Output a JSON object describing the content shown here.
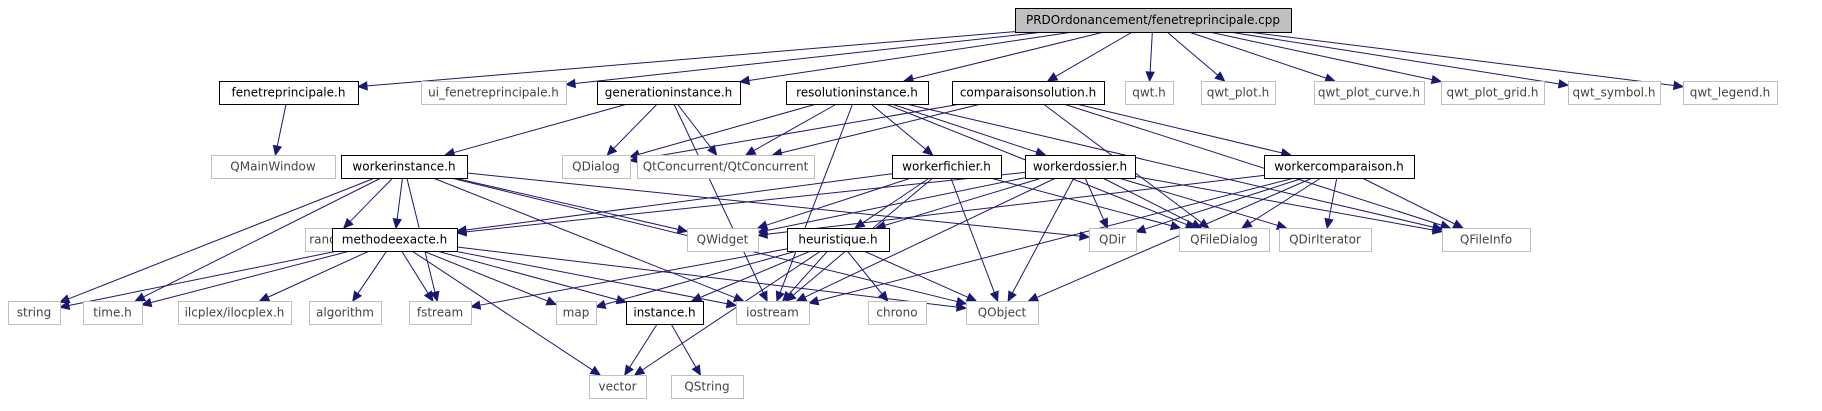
{
  "colors": {
    "edge": "#191970",
    "root_fill": "#bfbfbf",
    "documented_border": "#000000",
    "external_border": "#bfbfbf"
  },
  "nodes": [
    {
      "id": "root",
      "label": "PRDOrdonancement/fenetreprincipale.cpp",
      "kind": "root"
    },
    {
      "id": "fenetreprincipale_h",
      "label": "fenetreprincipale.h",
      "kind": "doc"
    },
    {
      "id": "ui_fenetreprincipale_h",
      "label": "ui_fenetreprincipale.h",
      "kind": "ext"
    },
    {
      "id": "generationinstance_h",
      "label": "generationinstance.h",
      "kind": "doc"
    },
    {
      "id": "resolutioninstance_h",
      "label": "resolutioninstance.h",
      "kind": "doc"
    },
    {
      "id": "comparaisonsolution_h",
      "label": "comparaisonsolution.h",
      "kind": "doc"
    },
    {
      "id": "qwt_h",
      "label": "qwt.h",
      "kind": "ext"
    },
    {
      "id": "qwt_plot_h",
      "label": "qwt_plot.h",
      "kind": "ext"
    },
    {
      "id": "qwt_plot_curve_h",
      "label": "qwt_plot_curve.h",
      "kind": "ext"
    },
    {
      "id": "qwt_plot_grid_h",
      "label": "qwt_plot_grid.h",
      "kind": "ext"
    },
    {
      "id": "qwt_symbol_h",
      "label": "qwt_symbol.h",
      "kind": "ext"
    },
    {
      "id": "qwt_legend_h",
      "label": "qwt_legend.h",
      "kind": "ext"
    },
    {
      "id": "QMainWindow",
      "label": "QMainWindow",
      "kind": "ext"
    },
    {
      "id": "QDialog",
      "label": "QDialog",
      "kind": "ext"
    },
    {
      "id": "QtConcurrent",
      "label": "QtConcurrent/QtConcurrent",
      "kind": "ext"
    },
    {
      "id": "workerinstance_h",
      "label": "workerinstance.h",
      "kind": "doc"
    },
    {
      "id": "workerfichier_h",
      "label": "workerfichier.h",
      "kind": "doc"
    },
    {
      "id": "workerdossier_h",
      "label": "workerdossier.h",
      "kind": "doc"
    },
    {
      "id": "workercomparaison_h",
      "label": "workercomparaison.h",
      "kind": "doc"
    },
    {
      "id": "random",
      "label": "random",
      "kind": "ext"
    },
    {
      "id": "methodeexacte_h",
      "label": "methodeexacte.h",
      "kind": "doc"
    },
    {
      "id": "QWidget",
      "label": "QWidget",
      "kind": "ext"
    },
    {
      "id": "heuristique_h",
      "label": "heuristique.h",
      "kind": "doc"
    },
    {
      "id": "QDir",
      "label": "QDir",
      "kind": "ext"
    },
    {
      "id": "QFileDialog",
      "label": "QFileDialog",
      "kind": "ext"
    },
    {
      "id": "QDirIterator",
      "label": "QDirIterator",
      "kind": "ext"
    },
    {
      "id": "QFileInfo",
      "label": "QFileInfo",
      "kind": "ext"
    },
    {
      "id": "string",
      "label": "string",
      "kind": "ext"
    },
    {
      "id": "time_h",
      "label": "time.h",
      "kind": "ext"
    },
    {
      "id": "ilocplex",
      "label": "ilcplex/ilocplex.h",
      "kind": "ext"
    },
    {
      "id": "algorithm",
      "label": "algorithm",
      "kind": "ext"
    },
    {
      "id": "fstream",
      "label": "fstream",
      "kind": "ext"
    },
    {
      "id": "map",
      "label": "map",
      "kind": "ext"
    },
    {
      "id": "iostream",
      "label": "iostream",
      "kind": "ext"
    },
    {
      "id": "chrono",
      "label": "chrono",
      "kind": "ext"
    },
    {
      "id": "QObject",
      "label": "QObject",
      "kind": "ext"
    },
    {
      "id": "instance_h",
      "label": "instance.h",
      "kind": "doc"
    },
    {
      "id": "vector",
      "label": "vector",
      "kind": "ext"
    },
    {
      "id": "QString",
      "label": "QString",
      "kind": "ext"
    }
  ],
  "edges": [
    [
      "root",
      "fenetreprincipale_h"
    ],
    [
      "root",
      "ui_fenetreprincipale_h"
    ],
    [
      "root",
      "generationinstance_h"
    ],
    [
      "root",
      "resolutioninstance_h"
    ],
    [
      "root",
      "comparaisonsolution_h"
    ],
    [
      "root",
      "qwt_h"
    ],
    [
      "root",
      "qwt_plot_h"
    ],
    [
      "root",
      "qwt_plot_curve_h"
    ],
    [
      "root",
      "qwt_plot_grid_h"
    ],
    [
      "root",
      "qwt_symbol_h"
    ],
    [
      "root",
      "qwt_legend_h"
    ],
    [
      "fenetreprincipale_h",
      "QMainWindow"
    ],
    [
      "generationinstance_h",
      "QDialog"
    ],
    [
      "generationinstance_h",
      "QtConcurrent"
    ],
    [
      "generationinstance_h",
      "workerinstance_h"
    ],
    [
      "generationinstance_h",
      "iostream"
    ],
    [
      "resolutioninstance_h",
      "QDialog"
    ],
    [
      "resolutioninstance_h",
      "QtConcurrent"
    ],
    [
      "resolutioninstance_h",
      "workerfichier_h"
    ],
    [
      "resolutioninstance_h",
      "workerdossier_h"
    ],
    [
      "resolutioninstance_h",
      "iostream"
    ],
    [
      "resolutioninstance_h",
      "QFileDialog"
    ],
    [
      "resolutioninstance_h",
      "QFileInfo"
    ],
    [
      "comparaisonsolution_h",
      "QDialog"
    ],
    [
      "comparaisonsolution_h",
      "QtConcurrent"
    ],
    [
      "comparaisonsolution_h",
      "workercomparaison_h"
    ],
    [
      "comparaisonsolution_h",
      "QFileDialog"
    ],
    [
      "comparaisonsolution_h",
      "QFileInfo"
    ],
    [
      "workerinstance_h",
      "random"
    ],
    [
      "workerinstance_h",
      "methodeexacte_h"
    ],
    [
      "workerinstance_h",
      "QWidget"
    ],
    [
      "workerinstance_h",
      "QDir"
    ],
    [
      "workerinstance_h",
      "QObject"
    ],
    [
      "workerinstance_h",
      "string"
    ],
    [
      "workerinstance_h",
      "time_h"
    ],
    [
      "workerinstance_h",
      "fstream"
    ],
    [
      "workerinstance_h",
      "iostream"
    ],
    [
      "workerfichier_h",
      "methodeexacte_h"
    ],
    [
      "workerfichier_h",
      "QWidget"
    ],
    [
      "workerfichier_h",
      "heuristique_h"
    ],
    [
      "workerfichier_h",
      "QFileDialog"
    ],
    [
      "workerfichier_h",
      "QObject"
    ],
    [
      "workerfichier_h",
      "iostream"
    ],
    [
      "workerdossier_h",
      "methodeexacte_h"
    ],
    [
      "workerdossier_h",
      "QWidget"
    ],
    [
      "workerdossier_h",
      "heuristique_h"
    ],
    [
      "workerdossier_h",
      "QDir"
    ],
    [
      "workerdossier_h",
      "QFileDialog"
    ],
    [
      "workerdossier_h",
      "QDirIterator"
    ],
    [
      "workerdossier_h",
      "QFileInfo"
    ],
    [
      "workerdossier_h",
      "QObject"
    ],
    [
      "workerdossier_h",
      "iostream"
    ],
    [
      "workercomparaison_h",
      "QWidget"
    ],
    [
      "workercomparaison_h",
      "QDir"
    ],
    [
      "workercomparaison_h",
      "QFileDialog"
    ],
    [
      "workercomparaison_h",
      "QDirIterator"
    ],
    [
      "workercomparaison_h",
      "QFileInfo"
    ],
    [
      "workercomparaison_h",
      "QObject"
    ],
    [
      "workercomparaison_h",
      "iostream"
    ],
    [
      "methodeexacte_h",
      "string"
    ],
    [
      "methodeexacte_h",
      "time_h"
    ],
    [
      "methodeexacte_h",
      "ilocplex"
    ],
    [
      "methodeexacte_h",
      "algorithm"
    ],
    [
      "methodeexacte_h",
      "fstream"
    ],
    [
      "methodeexacte_h",
      "map"
    ],
    [
      "methodeexacte_h",
      "iostream"
    ],
    [
      "methodeexacte_h",
      "vector"
    ],
    [
      "methodeexacte_h",
      "instance_h"
    ],
    [
      "methodeexacte_h",
      "QObject"
    ],
    [
      "heuristique_h",
      "fstream"
    ],
    [
      "heuristique_h",
      "map"
    ],
    [
      "heuristique_h",
      "iostream"
    ],
    [
      "heuristique_h",
      "chrono"
    ],
    [
      "heuristique_h",
      "QObject"
    ],
    [
      "heuristique_h",
      "vector"
    ],
    [
      "heuristique_h",
      "instance_h"
    ],
    [
      "instance_h",
      "vector"
    ],
    [
      "instance_h",
      "QString"
    ]
  ]
}
